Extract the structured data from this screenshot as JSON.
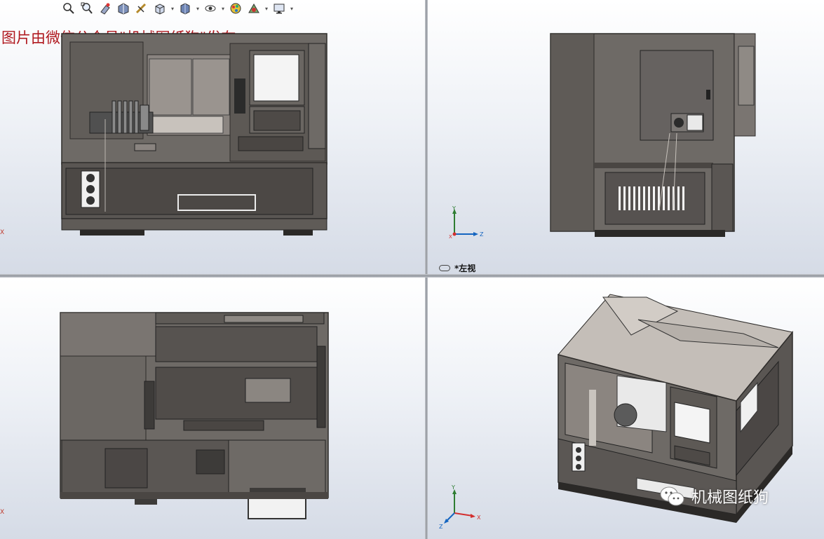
{
  "toolbar": {
    "buttons": [
      {
        "icon": "zoom-to-fit-icon"
      },
      {
        "icon": "zoom-to-area-icon"
      },
      {
        "icon": "previous-view-icon"
      },
      {
        "icon": "section-view-icon"
      },
      {
        "icon": "dynamic-annotation-icon"
      },
      {
        "icon": "view-orientation-icon"
      },
      {
        "icon": "display-style-icon"
      },
      {
        "icon": "hide-show-items-icon"
      },
      {
        "icon": "edit-appearance-icon"
      },
      {
        "icon": "apply-scene-icon"
      },
      {
        "icon": "view-settings-icon"
      }
    ]
  },
  "watermark_top": "图片由微信公众号\"机械图纸狗\"发布",
  "viewports": {
    "top_right": {
      "view_label": "*左视"
    },
    "bottom_right": {
      "watermark": "机械图纸狗"
    }
  },
  "axes": {
    "x_label": "X",
    "y_label": "Y",
    "z_label": "Z",
    "colors": {
      "x": "#d32f2f",
      "y": "#2e7d32",
      "z": "#1565c0"
    }
  },
  "colors": {
    "machine_body": "#6e6a66",
    "machine_dark": "#3d3b39",
    "machine_light": "#bdb8b2",
    "watermark_red": "#b0191f"
  }
}
